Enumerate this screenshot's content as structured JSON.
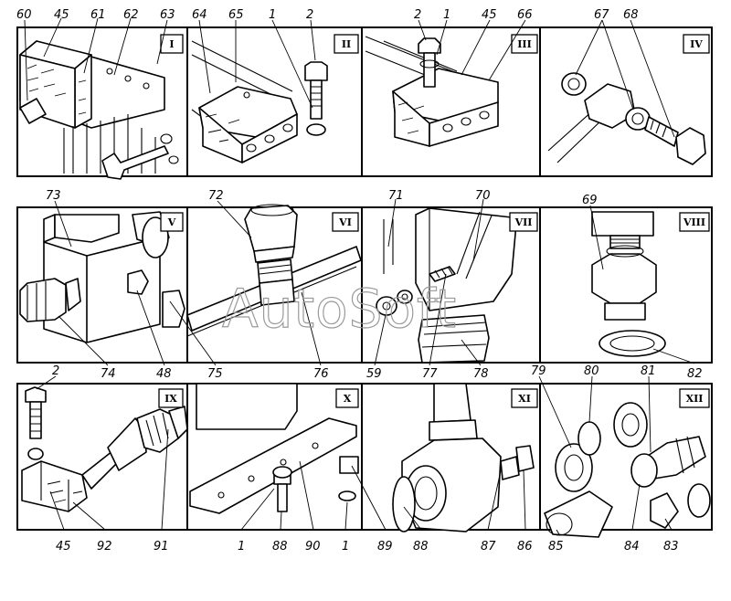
{
  "watermark": "AutoSoft",
  "panels": [
    {
      "id": "panel-1",
      "roman": "I",
      "callouts": [
        "60",
        "45",
        "61",
        "62",
        "63"
      ]
    },
    {
      "id": "panel-2",
      "roman": "II",
      "callouts": [
        "64",
        "65",
        "1",
        "2"
      ]
    },
    {
      "id": "panel-3",
      "roman": "III",
      "callouts": [
        "2",
        "1",
        "45",
        "66"
      ]
    },
    {
      "id": "panel-4",
      "roman": "IV",
      "callouts": [
        "67",
        "68"
      ]
    },
    {
      "id": "panel-5",
      "roman": "V",
      "callouts": [
        "73",
        "74",
        "48"
      ]
    },
    {
      "id": "panel-6",
      "roman": "VI",
      "callouts": [
        "72",
        "75",
        "76"
      ]
    },
    {
      "id": "panel-7",
      "roman": "VII",
      "callouts": [
        "71",
        "70",
        "59",
        "77",
        "78"
      ]
    },
    {
      "id": "panel-8",
      "roman": "VIII",
      "callouts": [
        "69",
        "82"
      ]
    },
    {
      "id": "panel-9",
      "roman": "IX",
      "callouts": [
        "2",
        "45",
        "92",
        "91"
      ]
    },
    {
      "id": "panel-10",
      "roman": "X",
      "callouts": [
        "1",
        "88",
        "90",
        "1",
        "89"
      ]
    },
    {
      "id": "panel-11",
      "roman": "XI",
      "callouts": [
        "79",
        "88",
        "87",
        "86"
      ]
    },
    {
      "id": "panel-12",
      "roman": "XII",
      "callouts": [
        "80",
        "81",
        "85",
        "84",
        "83"
      ]
    }
  ]
}
